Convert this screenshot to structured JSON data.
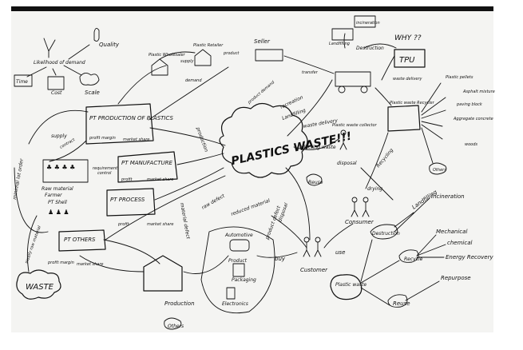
{
  "title": "PLASTICS WASTE!!!",
  "color_ink": "#111111",
  "color_paper": "#f4f4f2",
  "factories": {
    "production": "PT PRODUCTION OF PLASTICS",
    "manufacture": "PT MANUFACTURE",
    "process": "PT PROCESS",
    "others": "PT OTHERS",
    "profit_margin": "profit margin",
    "market_share": "market share",
    "profit_short": "profit"
  },
  "top_left": {
    "cost": "Cost",
    "time": "Time",
    "likelihood": "Likelihood of demand",
    "scale": "Scale",
    "quality": "Quality"
  },
  "raw": {
    "material": "Raw material",
    "farmer": "Farmer",
    "pt_shell": "PT Shell",
    "supply_raw": "supply raw material",
    "minimal_lot": "minimal lot order",
    "supply": "supply",
    "contract": "contract",
    "requirement": "requirement",
    "control": "control"
  },
  "flow": {
    "supply": "supply",
    "demand": "demand",
    "product": "product",
    "product_demand": "product demand",
    "transfer": "transfer",
    "recreation": "recreation",
    "production": "production",
    "material_defect": "material defect",
    "raw_defect": "raw defect",
    "product_defect": "product defect",
    "reduced_material": "reduced material",
    "waste_delivery": "waste delivery",
    "landfilling": "Landfilling",
    "collecting_waste": "collecting waste",
    "disposal": "disposal",
    "disposal2": "disposal",
    "recycling": "Recycling",
    "buy": "buy",
    "use": "use",
    "drying": "drying",
    "waste_delivery2": "waste delivery"
  },
  "actors": {
    "seller": "Seller",
    "plastic_retailer": "Plastic Retailer",
    "plastic_wholesaler": "Plastic Wholesaler",
    "plastic_waste_collector": "Plastic waste collector",
    "plastic_waste_recycler": "Plastic waste Recycler",
    "customer": "Customer",
    "consumer": "Consumer",
    "tpu": "TPU",
    "why": "WHY ??",
    "destruction": "Destruction",
    "landfilling": "Landfilling",
    "incineration": "incineration"
  },
  "products": {
    "automotive": "Automotive",
    "product": "Product",
    "packaging": "Packaging",
    "electronics": "Electronics",
    "others": "Others"
  },
  "recycled": {
    "plastic_pellets": "Plastic pellets",
    "asphalt": "Asphalt mixture",
    "paving": "paving block",
    "aggregate": "Aggregate concrete",
    "woods": "woods",
    "others": "Others"
  },
  "bottom_right": {
    "plastic_waste": "Plastic waste",
    "destruction": "Destruction",
    "recycle": "Recycle",
    "reuse": "Reuse",
    "landfilling": "Landfilling",
    "incineration": "Incineration",
    "mechanical": "Mechanical",
    "chemical": "chemical",
    "energy_recovery": "Energy Recovery",
    "repurpose": "Repurpose"
  },
  "waste_label": "WASTE",
  "reuse_label": "Reuse",
  "production_label": "Production"
}
